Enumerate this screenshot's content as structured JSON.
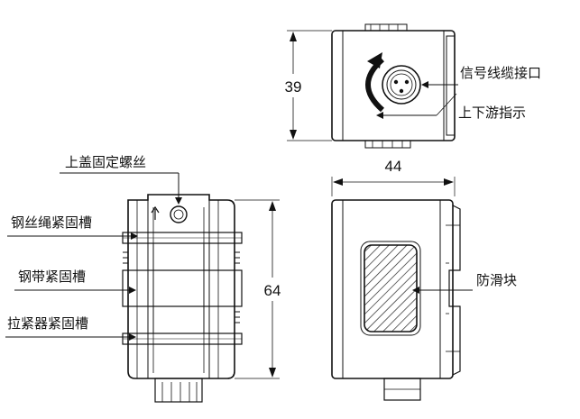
{
  "dimensions": {
    "height_top_view": "39",
    "width_top_view": "44",
    "height_front": "64"
  },
  "callouts": {
    "signal_cable_connector": "信号线缆接口",
    "up_down_indicator": "上下游指示",
    "top_cover_screw": "上盖固定螺丝",
    "wire_rope_groove": "钢丝绳紧固槽",
    "steel_band_groove": "钢带紧固槽",
    "tensioner_groove": "拉紧器紧固槽",
    "anti_slip_block": "防滑块"
  }
}
